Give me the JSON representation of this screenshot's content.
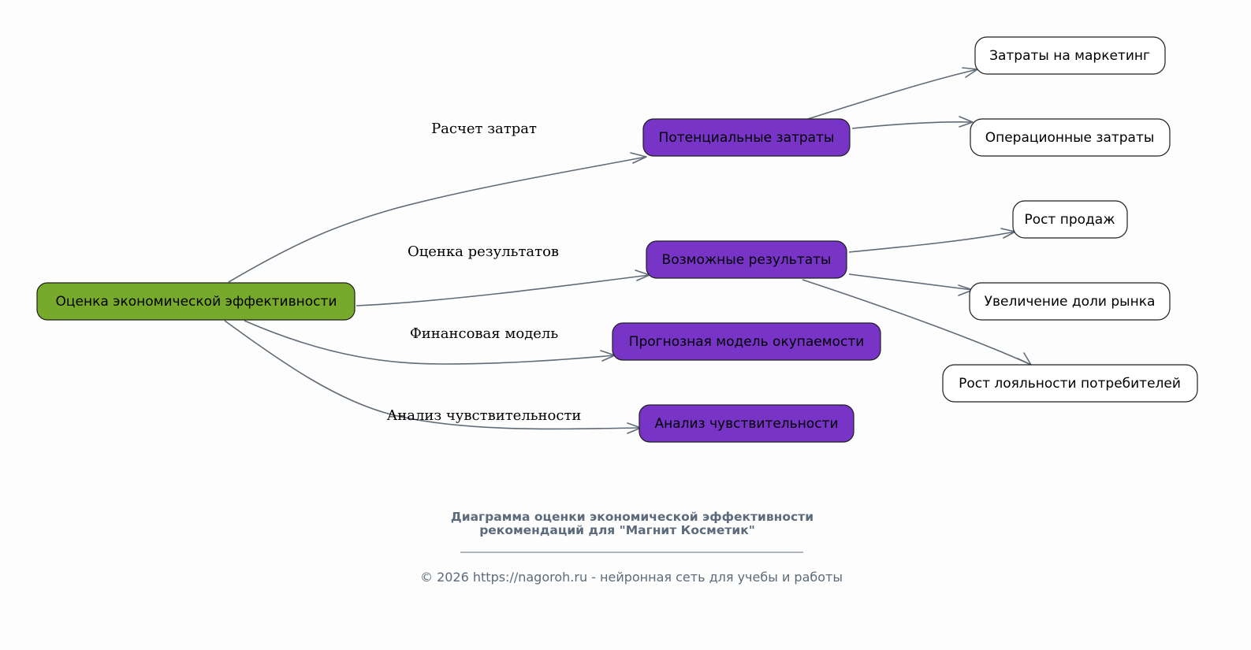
{
  "diagram": {
    "root": {
      "label": "Оценка экономической эффективности",
      "color": "#77a92a"
    },
    "branches": [
      {
        "edge_label": "Расчет затрат",
        "label": "Потенциальные затраты",
        "color": "#7734c6"
      },
      {
        "edge_label": "Оценка результатов",
        "label": "Возможные результаты",
        "color": "#7734c6"
      },
      {
        "edge_label": "Финансовая модель",
        "label": "Прогнозная модель окупаемости",
        "color": "#7734c6"
      },
      {
        "edge_label": "Анализ чувствительности",
        "label": "Анализ чувствительности",
        "color": "#7734c6"
      }
    ],
    "leaves": [
      {
        "label": "Затраты на маркетинг"
      },
      {
        "label": "Операционные затраты"
      },
      {
        "label": "Рост продаж"
      },
      {
        "label": "Увеличение доли рынка"
      },
      {
        "label": "Рост лояльности потребителей"
      }
    ],
    "edge_color": "#5f6b77"
  },
  "caption": {
    "title_line1": "Диаграмма оценки экономической эффективности",
    "title_line2": "рекомендаций для \"Магнит Косметик\"",
    "copyright": "© 2026 https://nagoroh.ru - нейронная сеть для учебы и работы"
  }
}
